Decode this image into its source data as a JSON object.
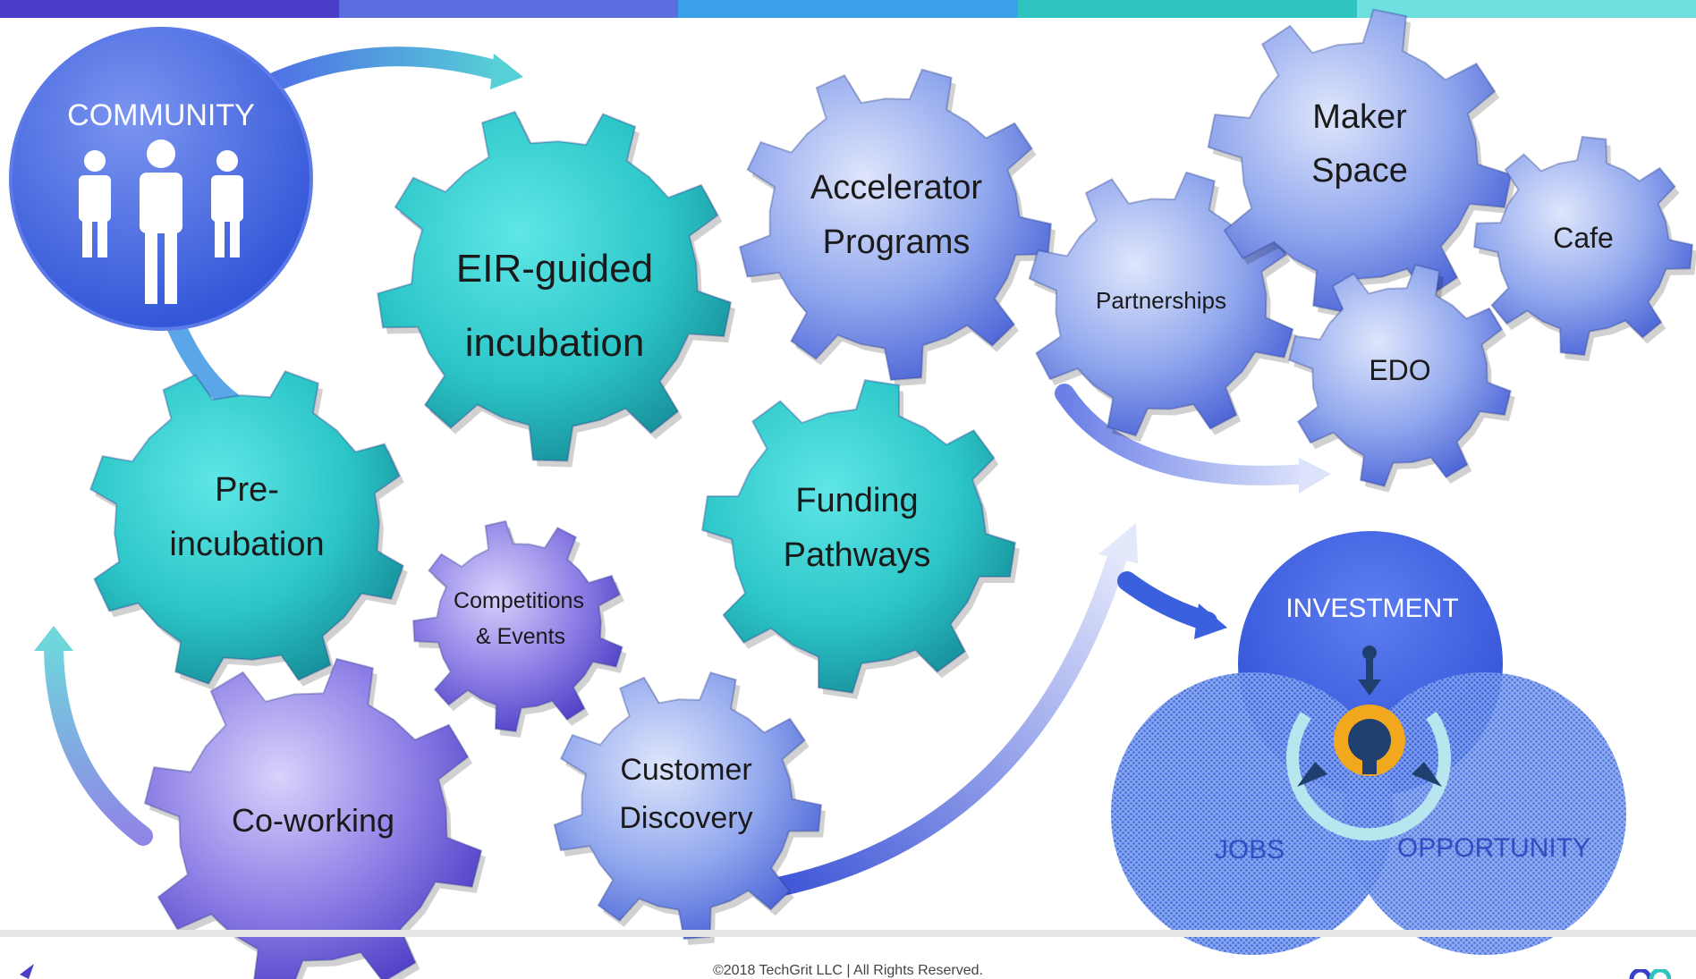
{
  "community": {
    "label": "COMMUNITY"
  },
  "gears": {
    "eir": {
      "line1": "EIR-guided",
      "line2": "incubation"
    },
    "accelerator": {
      "line1": "Accelerator",
      "line2": "Programs"
    },
    "pre_incubation": {
      "line1": "Pre-",
      "line2": "incubation"
    },
    "funding": {
      "line1": "Funding",
      "line2": "Pathways"
    },
    "competitions": {
      "line1": "Competitions",
      "line2": "& Events"
    },
    "coworking": {
      "label": "Co-working"
    },
    "customer": {
      "line1": "Customer",
      "line2": "Discovery"
    },
    "partnerships": {
      "label": "Partnerships"
    },
    "maker": {
      "line1": "Maker",
      "line2": "Space"
    },
    "cafe": {
      "label": "Cafe"
    },
    "edo": {
      "label": "EDO"
    }
  },
  "venn": {
    "top": "INVESTMENT",
    "left": "JOBS",
    "right": "OPPORTUNITY"
  },
  "footer": {
    "copyright": "©2018 TechGrit LLC | All Rights Reserved."
  },
  "colors": {
    "topbar": [
      "#4a3ec8",
      "#5a6ee0",
      "#3aa0e8",
      "#2ec4c0",
      "#6fdfe0"
    ],
    "teal_gear": "#2fcfcf",
    "blue_gear": "#6f90e8",
    "purple_gear": "#7d6fe0",
    "community_circle": "#4a6ee6",
    "investment": "#3d5ee0",
    "venn_pattern": "#5b84e8"
  },
  "icons": {
    "community": "people-icon",
    "center": "lightbulb-icon"
  }
}
